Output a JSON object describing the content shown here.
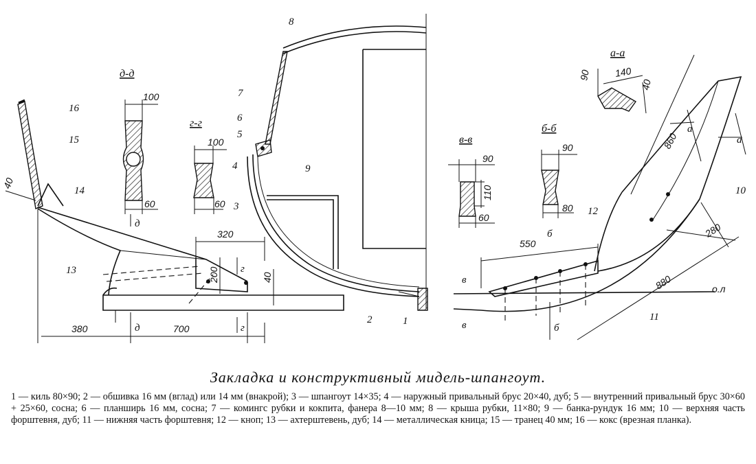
{
  "title": "Закладка и конструктивный мидель-шпангоут.",
  "legend": "1 — киль 80×90; 2 — обшивка 16 мм (вглад) или 14 мм (внакрой); 3 — шпангоут 14×35; 4 — наружный привальный брус 20×40, дуб; 5 — внутренний привальный брус 30×60 + 25×60, сосна; 6 — планширь 16 мм, сосна; 7 — комингс рубки и кокпита, фанера 8—10 мм; 8 — крыша рубки, 11×80; 9 — банка-рундук 16 мм; 10 — верхняя часть форштевня, дуб; 11 — нижняя часть форштевня; 12 — кноп; 13 — ахтерштевень, дуб; 14 — металлическая кница; 15 — транец 40 мм; 16 — кокс (врезная планка).",
  "part_labels": {
    "p1": "1",
    "p2": "2",
    "p3": "3",
    "p4": "4",
    "p5": "5",
    "p6": "6",
    "p7": "7",
    "p8": "8",
    "p9": "9",
    "p10": "10",
    "p11": "11",
    "p12": "12",
    "p13": "13",
    "p14": "14",
    "p15": "15",
    "p16": "16"
  },
  "section_labels": {
    "dd": "д-д",
    "gg": "г-г",
    "vv": "в-в",
    "bb": "б-б",
    "aa": "а-а"
  },
  "section_marks": {
    "d": "д",
    "g": "г",
    "v": "в",
    "b": "б",
    "a": "а"
  },
  "dimensions": {
    "d40_left": "40",
    "d380": "380",
    "d700": "700",
    "d320": "320",
    "d200": "200",
    "d40_stern": "40",
    "dd_100": "100",
    "dd_60": "60",
    "gg_100": "100",
    "gg_60": "60",
    "vv_90": "90",
    "vv_110": "110",
    "vv_60": "60",
    "bb_90": "90",
    "bb_80": "80",
    "aa_90": "90",
    "aa_140": "140",
    "aa_40": "40",
    "d550": "550",
    "d860": "860",
    "d280": "280",
    "d880": "880",
    "ol": "о.л"
  }
}
